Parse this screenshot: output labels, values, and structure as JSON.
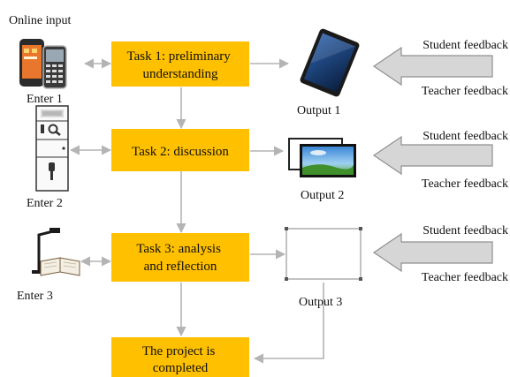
{
  "header": {
    "online_input": "Online input"
  },
  "inputs": [
    {
      "label": "Enter 1",
      "icon": "smartphones-icon"
    },
    {
      "label": "Enter 2",
      "icon": "interactive-kiosk-icon"
    },
    {
      "label": "Enter 3",
      "icon": "document-camera-icon"
    }
  ],
  "tasks": [
    {
      "lines": [
        "Task 1: preliminary",
        "understanding"
      ]
    },
    {
      "lines": [
        "Task 2: discussion"
      ]
    },
    {
      "lines": [
        "Task 3: analysis",
        "and reflection"
      ]
    },
    {
      "lines": [
        "The project is",
        "completed"
      ]
    }
  ],
  "outputs": [
    {
      "label": "Output 1",
      "icon": "tablet-icon"
    },
    {
      "label": "Output 2",
      "icon": "display-screens-icon"
    },
    {
      "label": "Output 3",
      "icon": "whiteboard-icon"
    }
  ],
  "feedback": [
    {
      "student": "Student feedback",
      "teacher": "Teacher feedback"
    },
    {
      "student": "Student feedback",
      "teacher": "Teacher feedback"
    },
    {
      "student": "Student feedback",
      "teacher": "Teacher feedback"
    }
  ],
  "colors": {
    "task_box": "#ffc000",
    "connector": "#b4b4b4",
    "feedback_arrow": "#d6d6d6"
  }
}
